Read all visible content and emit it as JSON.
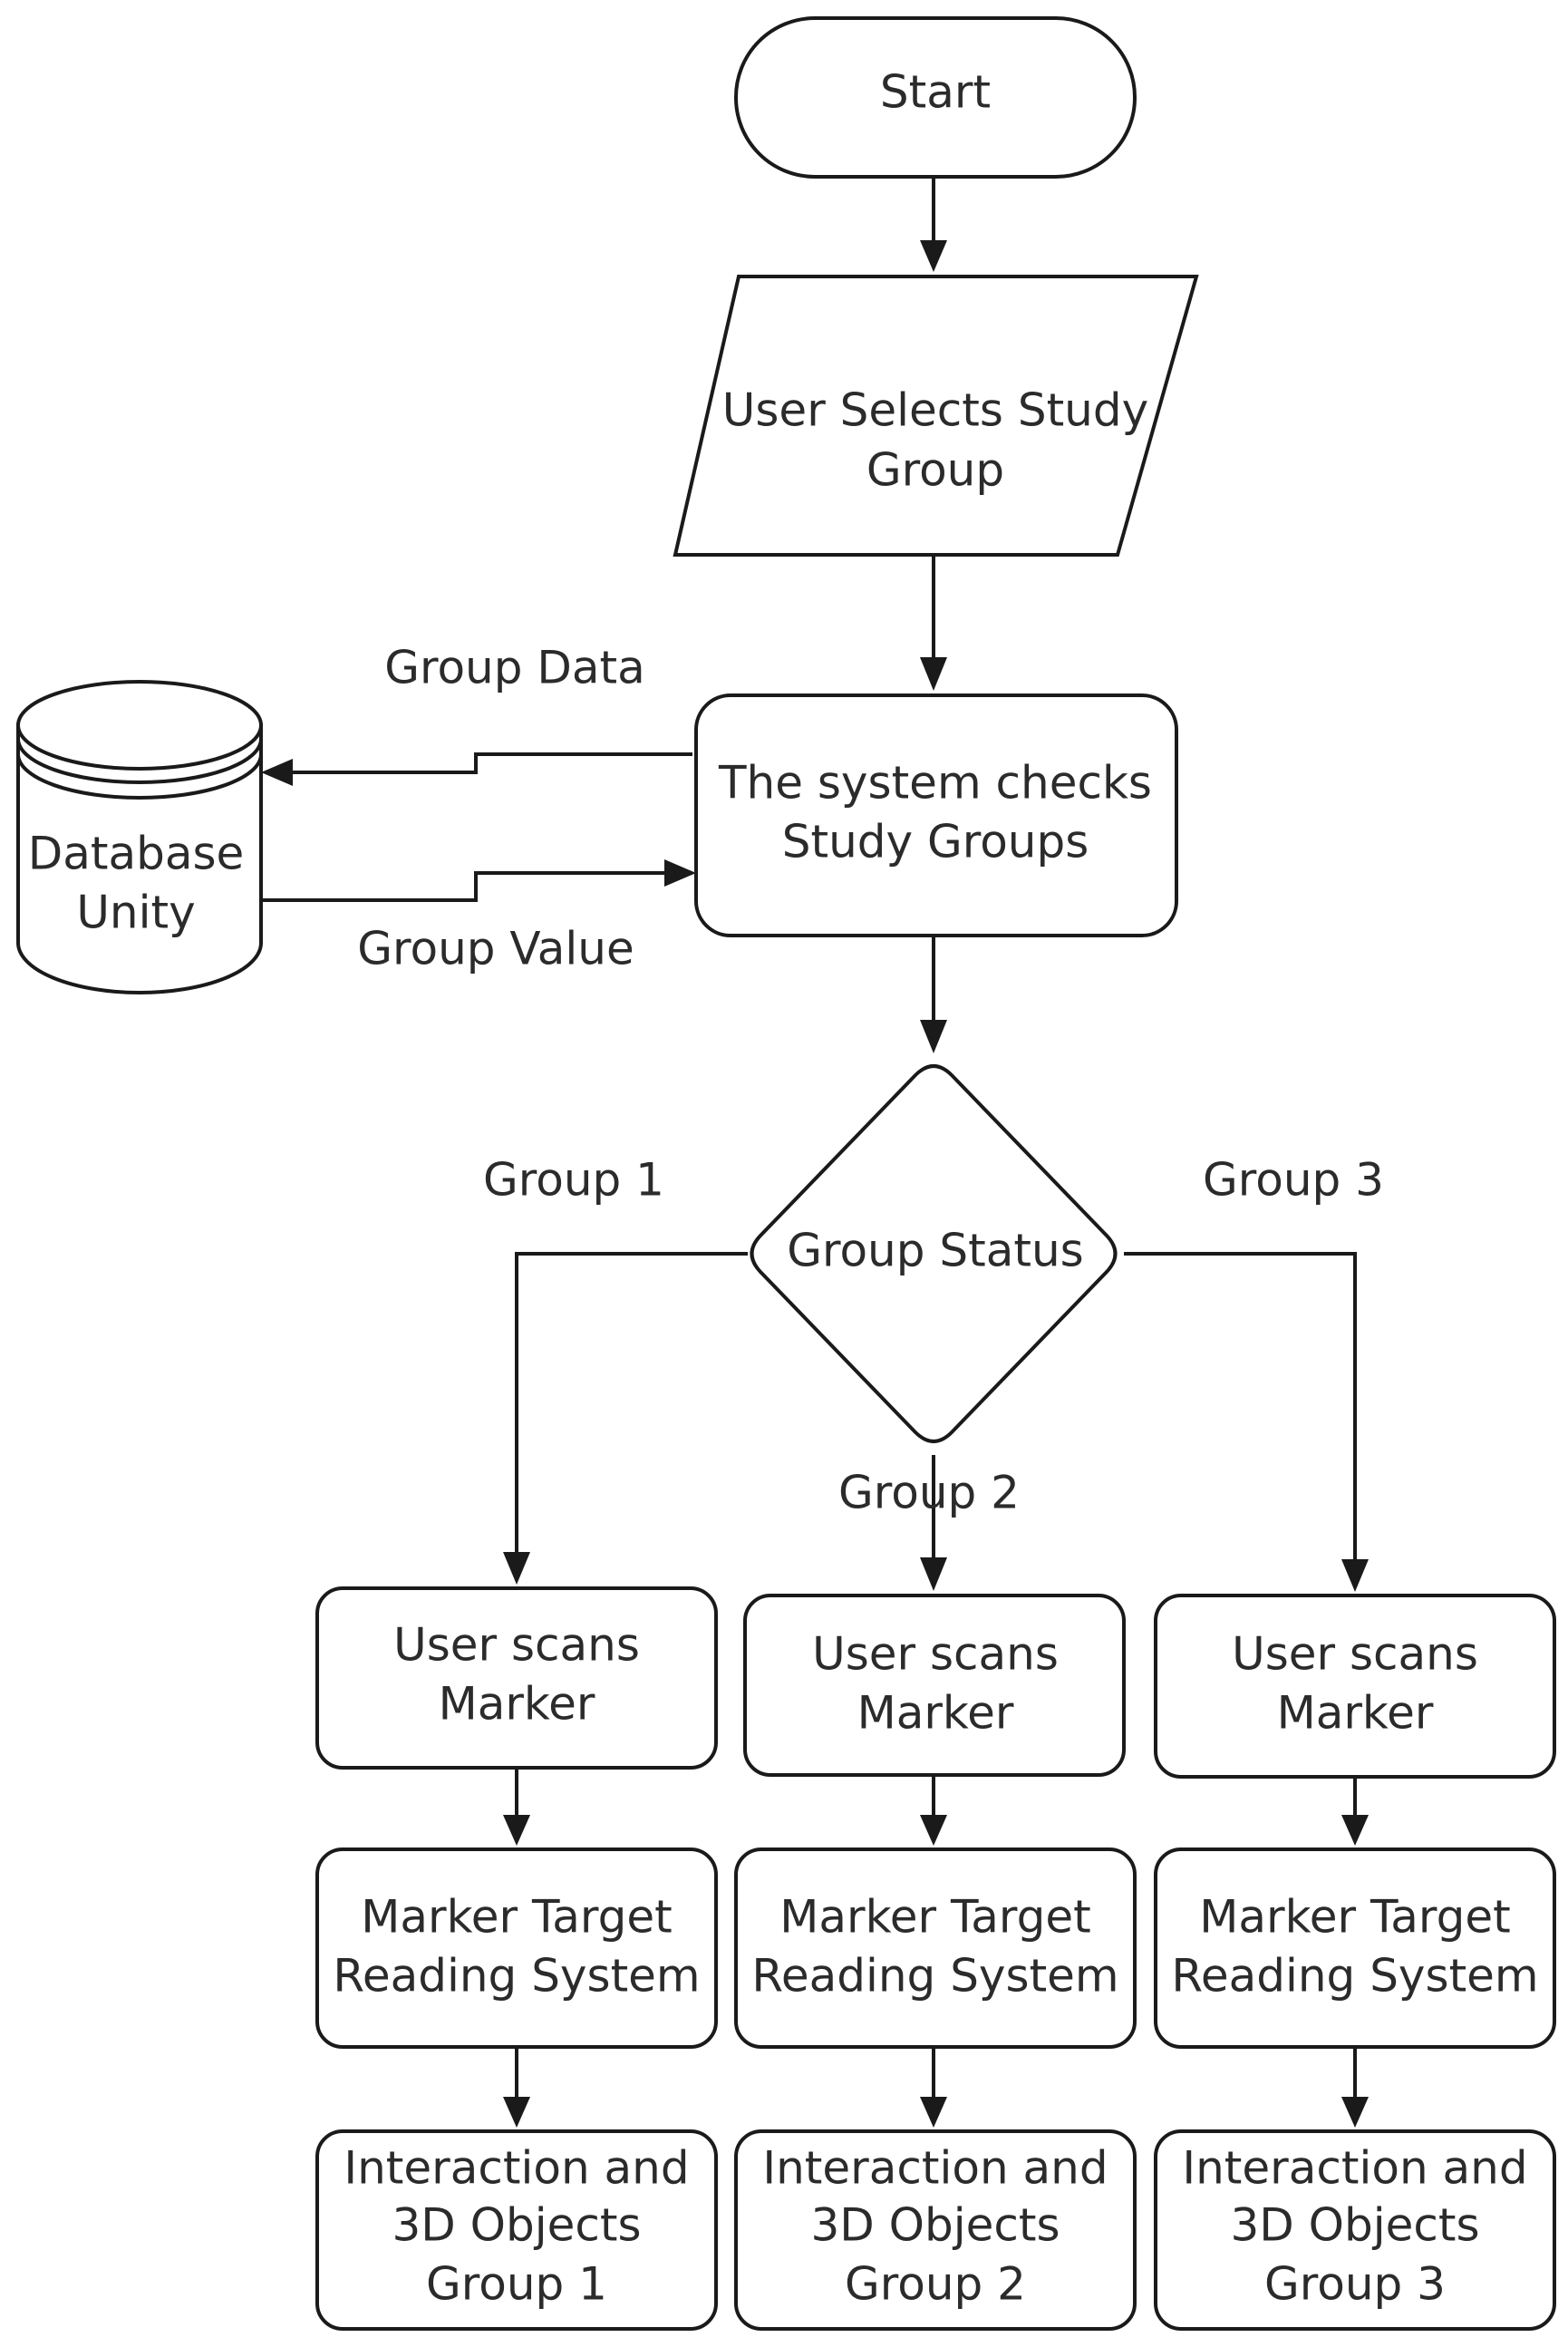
{
  "nodes": {
    "start": "Start",
    "select": [
      "User Selects Study",
      "Group"
    ],
    "check": [
      "The system checks",
      "Study Groups"
    ],
    "database": [
      "Database",
      "Unity"
    ],
    "status": "Group Status",
    "scan1": [
      "User scans",
      "Marker"
    ],
    "scan2": [
      "User scans",
      "Marker"
    ],
    "scan3": [
      "User scans",
      "Marker"
    ],
    "read1": [
      "Marker Target",
      "Reading System"
    ],
    "read2": [
      "Marker Target",
      "Reading System"
    ],
    "read3": [
      "Marker Target",
      "Reading System"
    ],
    "obj1": [
      "Interaction and",
      "3D Objects",
      "Group 1"
    ],
    "obj2": [
      "Interaction and",
      "3D Objects",
      "Group 2"
    ],
    "obj3": [
      "Interaction and",
      "3D Objects",
      "Group 3"
    ]
  },
  "edge_labels": {
    "group_data": "Group Data",
    "group_value": "Group Value",
    "group1": "Group 1",
    "group2": "Group 2",
    "group3": "Group 3"
  }
}
